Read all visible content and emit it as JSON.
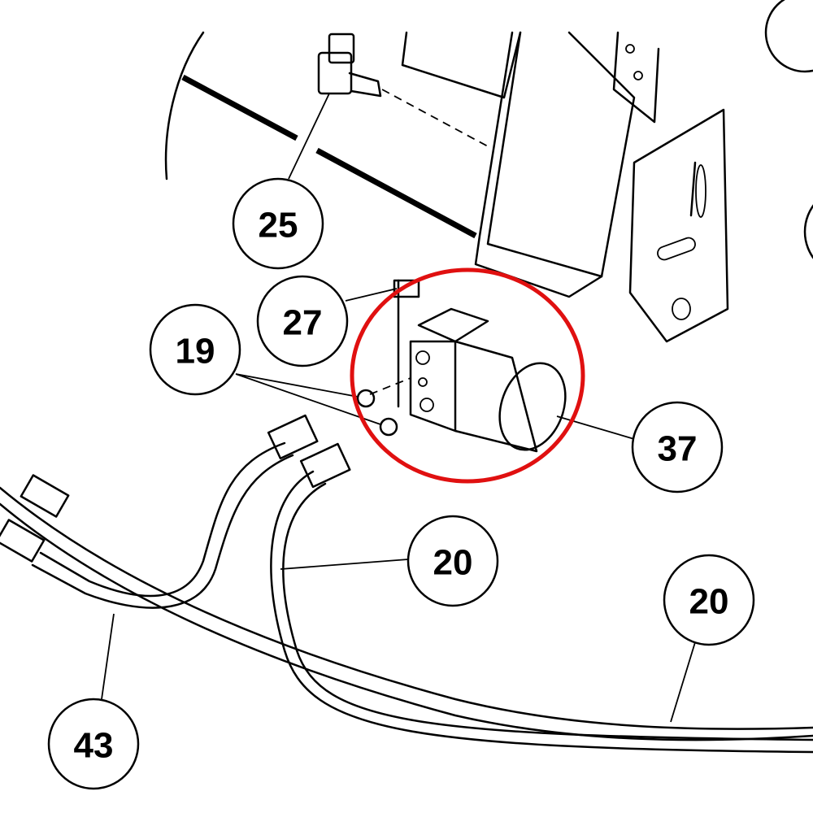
{
  "diagram": {
    "highlight_color": "#e01010",
    "highlighted_part": "37",
    "callouts": [
      {
        "id": "c25",
        "label": "25"
      },
      {
        "id": "c27",
        "label": "27"
      },
      {
        "id": "c19",
        "label": "19"
      },
      {
        "id": "c37",
        "label": "37"
      },
      {
        "id": "c20a",
        "label": "20"
      },
      {
        "id": "c20b",
        "label": "20"
      },
      {
        "id": "c43",
        "label": "43"
      }
    ]
  }
}
